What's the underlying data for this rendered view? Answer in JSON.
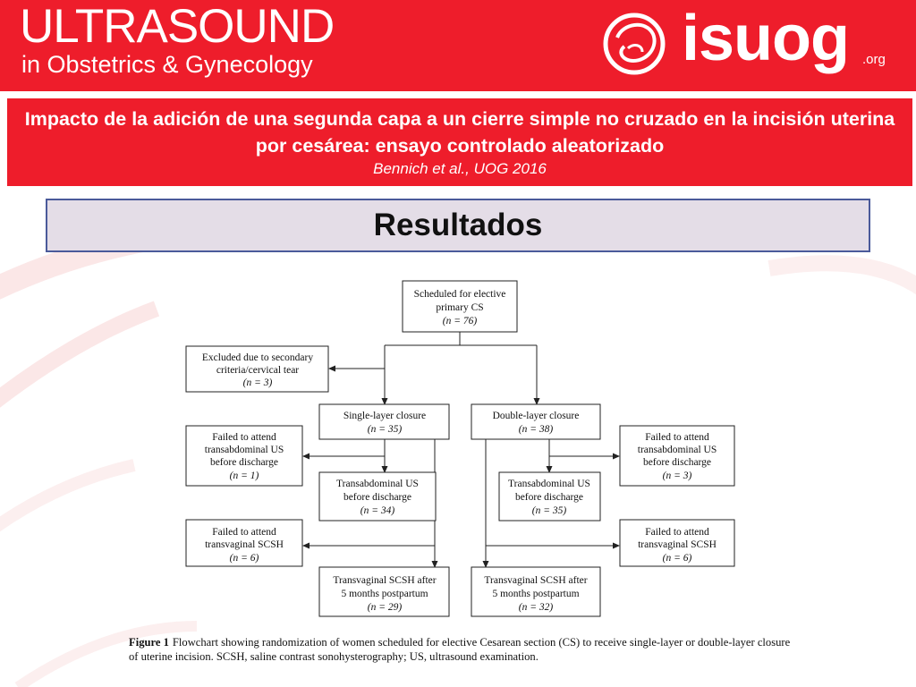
{
  "header": {
    "journal_title": "ULTRASOUND",
    "journal_subtitle": "in Obstetrics & Gynecology",
    "logo_text": "isuog",
    "logo_suffix": ".org"
  },
  "banner": {
    "title": "Impacto de la adición de una segunda capa a un cierre simple no cruzado en la incisión uterina por cesárea: ensayo controlado aleatorizado",
    "citation": "Bennich et al., UOG 2016"
  },
  "section_title": "Resultados",
  "flowchart": {
    "scheduled": {
      "line1": "Scheduled for elective",
      "line2": "primary CS",
      "count": "(n = 76)"
    },
    "excluded": {
      "line1": "Excluded due to secondary",
      "line2": "criteria/cervical tear",
      "count": "(n = 3)"
    },
    "single": {
      "line1": "Single-layer closure",
      "count": "(n = 35)"
    },
    "double": {
      "line1": "Double-layer closure",
      "count": "(n = 38)"
    },
    "single_failed_tau": {
      "line1": "Failed to attend",
      "line2": "transabdominal US",
      "line3": "before discharge",
      "count": "(n = 1)"
    },
    "single_tau": {
      "line1": "Transabdominal US",
      "line2": "before discharge",
      "count": "(n = 34)"
    },
    "single_failed_tv": {
      "line1": "Failed to attend",
      "line2": "transvaginal SCSH",
      "count": "(n = 6)"
    },
    "single_tv": {
      "line1": "Transvaginal SCSH after",
      "line2": "5 months postpartum",
      "count": "(n = 29)"
    },
    "double_failed_tau": {
      "line1": "Failed to attend",
      "line2": "transabdominal US",
      "line3": "before discharge",
      "count": "(n = 3)"
    },
    "double_tau": {
      "line1": "Transabdominal US",
      "line2": "before discharge",
      "count": "(n = 35)"
    },
    "double_failed_tv": {
      "line1": "Failed to attend",
      "line2": "transvaginal SCSH",
      "count": "(n = 6)"
    },
    "double_tv": {
      "line1": "Transvaginal SCSH after",
      "line2": "5 months postpartum",
      "count": "(n = 32)"
    }
  },
  "caption": {
    "label": "Figure 1",
    "text": "Flowchart showing randomization of women scheduled for elective Cesarean section (CS) to receive single-layer or double-layer closure of uterine incision. SCSH, saline contrast sonohysterography; US, ultrasound examination."
  },
  "colors": {
    "brand_red": "#ee1d2b",
    "results_bg": "#e4dde7",
    "results_border": "#4a5a9a"
  }
}
